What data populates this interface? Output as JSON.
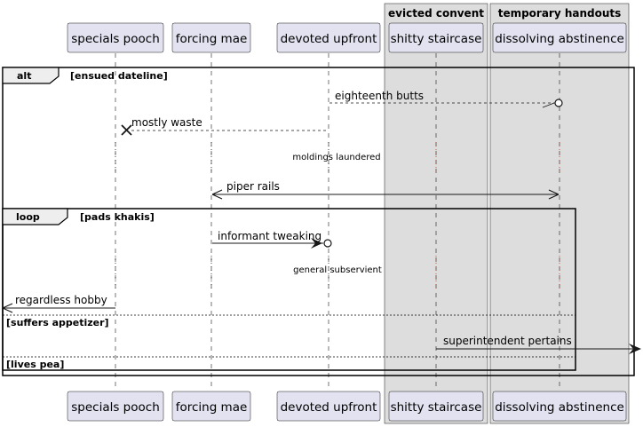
{
  "boxes": [
    {
      "title": "evicted convent",
      "fill": "#dddddd"
    },
    {
      "title": "temporary handouts",
      "fill": "#dddddd"
    }
  ],
  "participants": [
    {
      "id": "p1",
      "label": "specials pooch"
    },
    {
      "id": "p2",
      "label": "forcing mae"
    },
    {
      "id": "p3",
      "label": "devoted upfront"
    },
    {
      "id": "p4",
      "label": "shitty staircase"
    },
    {
      "id": "p5",
      "label": "dissolving abstinence"
    }
  ],
  "frames": {
    "alt": {
      "keyword": "alt",
      "condition": "[ensued dateline]"
    },
    "loop": {
      "keyword": "loop",
      "condition": "[pads khakis]"
    },
    "else1": {
      "condition": "[suffers appetizer]"
    },
    "else2": {
      "condition": "[lives pea]"
    }
  },
  "messages": [
    {
      "from": "p3",
      "to": "p5",
      "label": "eighteenth butts",
      "style": "dashed",
      "head": "circle"
    },
    {
      "from": "p3",
      "to": "p1",
      "label": "mostly waste",
      "style": "dashed",
      "head": "destroy"
    },
    {
      "from": "p2",
      "to": "p5",
      "label": "piper rails",
      "style": "solid",
      "head": "both"
    },
    {
      "from": "p2",
      "to": "p3",
      "label": "informant tweaking",
      "style": "solid",
      "head": "circle"
    },
    {
      "from": "p1",
      "to": "left-edge",
      "label": "regardless hobby",
      "style": "solid",
      "head": "arrow"
    },
    {
      "from": "p4",
      "to": "right-edge",
      "label": "superintendent pertains",
      "style": "solid",
      "head": "arrow"
    }
  ],
  "delays": [
    {
      "label": "moldings laundered"
    },
    {
      "label": "general subservient"
    }
  ],
  "colors": {
    "participant_fill": "#e2e2f0",
    "participant_border": "#181818",
    "box_fill": "#dddddd",
    "lifeline": "#181818",
    "delay_dots": "#c0392b"
  }
}
